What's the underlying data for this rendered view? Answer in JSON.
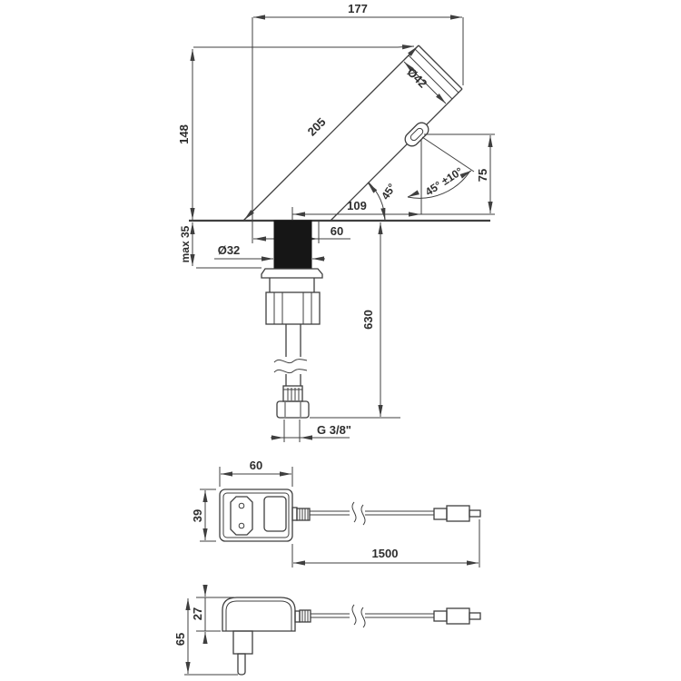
{
  "drawing": {
    "title_hint": "sensor-faucet-technical-dimension-drawing",
    "faucet": {
      "dims": {
        "overall_width": "177",
        "overall_height": "148",
        "body_length": "205",
        "body_diameter": "Ø42",
        "spray_angle": "45° ±10°",
        "sensor_height": "75",
        "spout_reach": "109",
        "body_angle": "45°",
        "base_offset": "60",
        "deck_thickness_max": "max 35",
        "shaft_diameter": "Ø32",
        "hose_length": "630",
        "thread": "G 3/8\""
      }
    },
    "power_supply_top": {
      "dims": {
        "width": "60",
        "depth": "39",
        "cable_length": "1500"
      }
    },
    "power_supply_side": {
      "dims": {
        "body_height": "27",
        "total_height": "65"
      }
    },
    "colors": {
      "line": "#3f3f3f",
      "text": "#2e2e2e",
      "shaft_fill": "#161616",
      "background": "#ffffff"
    }
  }
}
